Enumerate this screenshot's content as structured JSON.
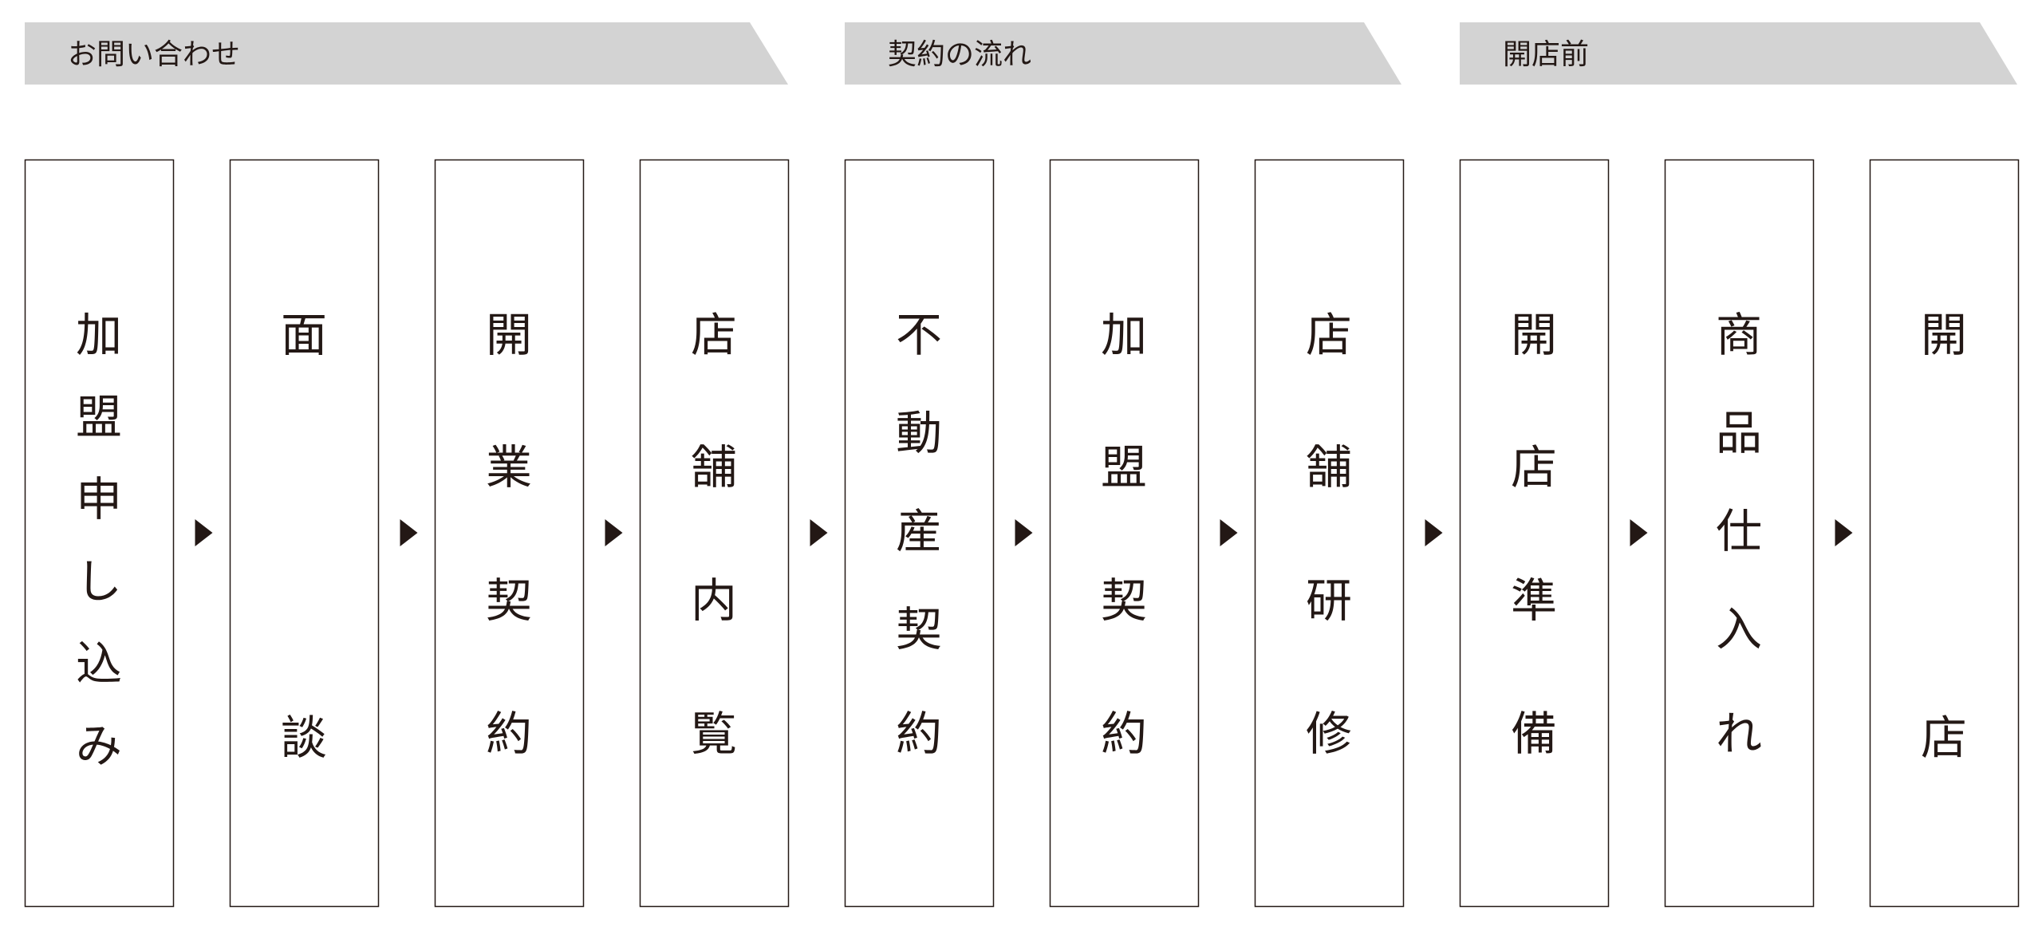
{
  "colors": {
    "banner": "#d3d3d3",
    "text": "#231815",
    "box_border": "#231815",
    "arrow": "#231815",
    "background": "#ffffff"
  },
  "phases": [
    {
      "label": "お問い合わせ"
    },
    {
      "label": "契約の流れ"
    },
    {
      "label": "開店前"
    }
  ],
  "steps": [
    {
      "text": "加盟申し込み"
    },
    {
      "text": "面談"
    },
    {
      "text": "開業契約"
    },
    {
      "text": "店舗内覧"
    },
    {
      "text": "不動産契約"
    },
    {
      "text": "加盟契約"
    },
    {
      "text": "店舗研修"
    },
    {
      "text": "開店準備"
    },
    {
      "text": "商品仕入れ"
    },
    {
      "text": "開店"
    }
  ],
  "arrow_icon": "triangle-right-icon"
}
